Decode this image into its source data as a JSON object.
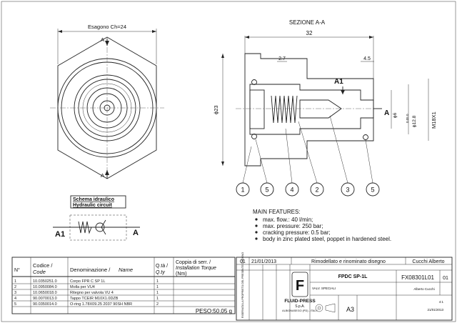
{
  "front_view": {
    "hex_label": "Esagono Ch=24",
    "section_mark_top": "A",
    "section_mark_bottom": "A"
  },
  "section_view": {
    "title": "SEZIONE A-A",
    "dim_total": "32",
    "dim_left": "2.7",
    "dim_right": "4.5",
    "dim_diameter": "ϕ23",
    "dim_bore": "ϕ6",
    "dim_inner": "ϕ12.8",
    "dim_tol": "0.05 0",
    "dim_thread": "M18X1",
    "port_a1": "A1",
    "port_a": "A",
    "balloons": [
      "1",
      "5",
      "4",
      "2",
      "3",
      "5"
    ]
  },
  "hydraulic": {
    "title_it": "Schema idraulico",
    "title_en": "Hydraulic circuit",
    "port_left": "A1",
    "port_right": "A"
  },
  "features": {
    "title": "MAIN FEATURES:",
    "items": [
      "max. flow.: 40 l/min;",
      "max. pressure: 250 bar;",
      "cracking pressure: 0.5 bar;",
      "body in zinc plated steel, poppet in hardened steel."
    ]
  },
  "bom": {
    "headers": {
      "num": "N°",
      "code_it": "Codice /",
      "code_en": "Code",
      "name_it": "Denominazione /",
      "name_en": "Name",
      "qty_it": "Q.tà /",
      "qty_en": "Q.ty",
      "torque_it": "Coppia di serr. /",
      "torque_en": "Installation Torque",
      "torque_unit": "(Nm)"
    },
    "rows": [
      {
        "n": "1",
        "code": "10.0350251.0",
        "name": "Corpo FPR C SP 1L",
        "qty": "1"
      },
      {
        "n": "2",
        "code": "10.0950084.0",
        "name": "Molla per VU4",
        "qty": "1"
      },
      {
        "n": "3",
        "code": "10.0650018.0",
        "name": "Ritegno per valvola VU 4",
        "qty": "1"
      },
      {
        "n": "4",
        "code": "90.0070013.0",
        "name": "Tappo TCEIR M10X1.0DZB",
        "qty": "1"
      },
      {
        "n": "5",
        "code": "90.0350014.0",
        "name": "O-ring 1.78X09.25 2037 90SH NBR",
        "qty": "2"
      }
    ],
    "weight": "PESO:50.05 g"
  },
  "title_block": {
    "rev": "01",
    "date": "21/01/2013",
    "description": "Rimodellato e rinominato disegno",
    "author": "Cucchi Alberto",
    "part_name": "FPDC SP-1L",
    "drawing_no": "FX08301L01",
    "rev_box": "01",
    "material": "VALV. SPECIALI",
    "drawn_by": "Alberto Cucchi",
    "company": "FLUID-PRESS",
    "company_sub": "S.p.A.",
    "city": "ALBIGNASEGO (PD) - ITALY",
    "sheet_size": "A3",
    "scale": "4:1",
    "date_small": "21/01/2013",
    "reserved_note": "RISERVATA LA PROPRIETÀ DEL PRESENTE DISEGNO"
  }
}
